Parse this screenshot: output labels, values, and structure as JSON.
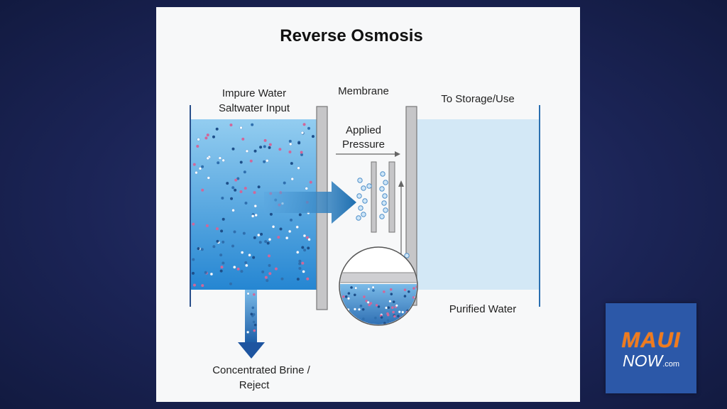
{
  "diagram": {
    "title": "Reverse Osmosis",
    "labels": {
      "input_line1": "Impure Water",
      "input_line2": "Saltwater Input",
      "membrane": "Membrane",
      "output": "To Storage/Use",
      "pressure_line1": "Applied",
      "pressure_line2": "Pressure",
      "purified": "Purified Water",
      "brine_line1": "Concentrated Brine /",
      "brine_line2": "Reject"
    },
    "colors": {
      "impure_water_top": "#93cdf0",
      "impure_water_bottom": "#2586d2",
      "purified_water": "#d3e8f6",
      "membrane": "#c6c6c8",
      "arrow": "#1f6fb0",
      "salt_particle": "#d0679a",
      "dark_particle": "#1d4f8a"
    }
  },
  "logo": {
    "brand": "MAUI",
    "brand2": "NOW",
    "suffix": ".com"
  }
}
